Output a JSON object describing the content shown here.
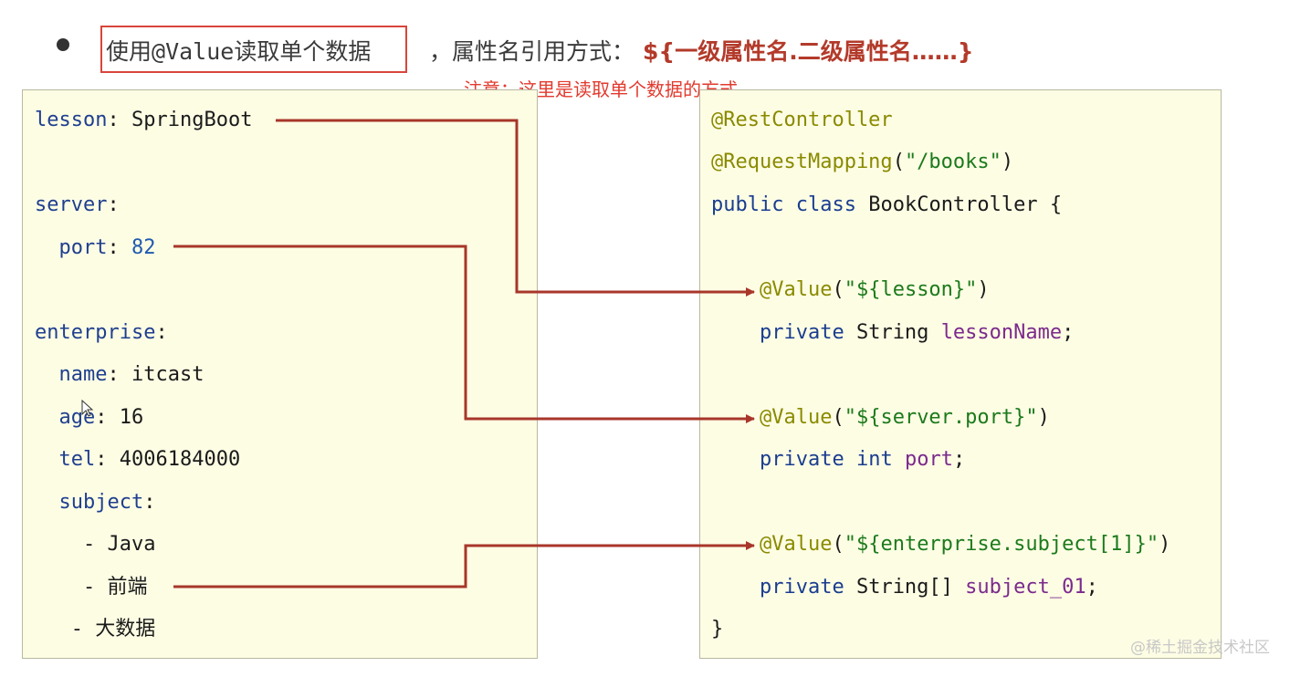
{
  "heading": {
    "main_prefix": "使用",
    "main_mono": "@Value",
    "main_suffix": "读取单个数据",
    "rest": "，属性名引用方式：",
    "syntax": "${一级属性名.二级属性名……}"
  },
  "note": "注意：这里是读取单个数据的方式",
  "yaml": {
    "lesson_key": "lesson",
    "lesson_value": "SpringBoot",
    "server_key": "server",
    "port_key": "port",
    "port_value": "82",
    "enterprise_key": "enterprise",
    "name_key": "name",
    "name_value": "itcast",
    "age_key": "age",
    "age_value": "16",
    "tel_key": "tel",
    "tel_value": "4006184000",
    "subject_key": "subject",
    "subject_items": [
      "Java",
      "前端",
      "大数据"
    ]
  },
  "java": {
    "ann_rest": "@RestController",
    "ann_mapping": "@RequestMapping",
    "mapping_arg": "\"/books\"",
    "kw_public": "public",
    "kw_class": "class",
    "class_name": "BookController {",
    "value_ann": "@Value",
    "value1_arg": "\"${lesson}\"",
    "value2_arg": "\"${server.port}\"",
    "value3_arg": "\"${enterprise.subject[1]}\"",
    "kw_private": "private",
    "type_string": "String",
    "type_int": "int",
    "type_string_arr": "String[]",
    "field1": "lessonName",
    "field2": "port",
    "field3": "subject_01",
    "close_brace": "}"
  },
  "watermark": "@稀土掘金技术社区",
  "colors": {
    "arrow": "#a8362a",
    "highlight": "#d9453a",
    "panel_bg": "#fdfde4"
  }
}
